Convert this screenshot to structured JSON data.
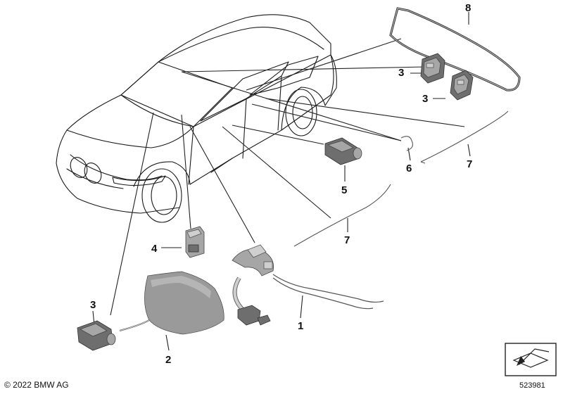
{
  "callouts": [
    {
      "id": "c1",
      "label": "1"
    },
    {
      "id": "c2",
      "label": "2"
    },
    {
      "id": "c3a",
      "label": "3"
    },
    {
      "id": "c3b",
      "label": "3"
    },
    {
      "id": "c3c",
      "label": "3"
    },
    {
      "id": "c4",
      "label": "4"
    },
    {
      "id": "c5",
      "label": "5"
    },
    {
      "id": "c6",
      "label": "6"
    },
    {
      "id": "c7a",
      "label": "7"
    },
    {
      "id": "c7b",
      "label": "7"
    },
    {
      "id": "c8",
      "label": "8"
    }
  ],
  "footer": {
    "copyright": "© 2022 BMW AG",
    "diagram_id": "523981"
  }
}
